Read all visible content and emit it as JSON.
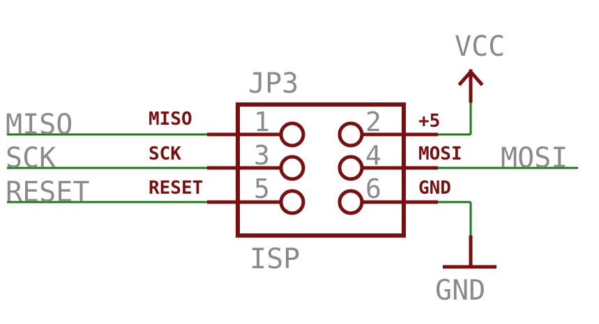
{
  "schematic": {
    "part_name": "JP3",
    "part_value": "ISP",
    "power_symbol_label": "VCC",
    "ground_symbol_label": "GND",
    "colors": {
      "wire": "#1a7a1a",
      "pin": "#7a0f0f",
      "body": "#7a0f0f",
      "text_gray": "#8a8a8a"
    },
    "left_nets": [
      {
        "net_label": "MISO",
        "pin_name": "MISO",
        "pin_number": "1"
      },
      {
        "net_label": "SCK",
        "pin_name": "SCK",
        "pin_number": "3"
      },
      {
        "net_label": "RESET",
        "pin_name": "RESET",
        "pin_number": "5"
      }
    ],
    "right_nets": [
      {
        "pin_name": "+5",
        "pin_number": "2"
      },
      {
        "net_label": "MOSI",
        "pin_name": "MOSI",
        "pin_number": "4"
      },
      {
        "pin_name": "GND",
        "pin_number": "6"
      }
    ]
  }
}
